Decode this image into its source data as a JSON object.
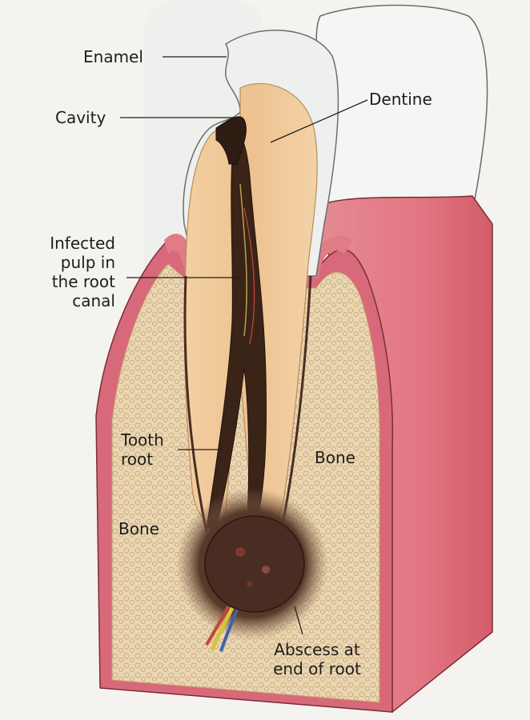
{
  "labels": {
    "enamel": "Enamel",
    "cavity": "Cavity",
    "dentine": "Dentine",
    "infected_pulp": [
      "Infected",
      "pulp in",
      "the root",
      "canal"
    ],
    "tooth_root": [
      "Tooth",
      "root"
    ],
    "bone_right": "Bone",
    "bone_left": "Bone",
    "abscess": [
      "Abscess at",
      "end of root"
    ]
  },
  "colors": {
    "background": "#f4f3ef",
    "gum": "#e07c85",
    "gum_dark": "#c5525f",
    "bone": "#e8d3ad",
    "enamel": "#f2f1ee",
    "dentine": "#efc595",
    "pulp": "#3a2418",
    "abscess": "#4a2d22"
  }
}
